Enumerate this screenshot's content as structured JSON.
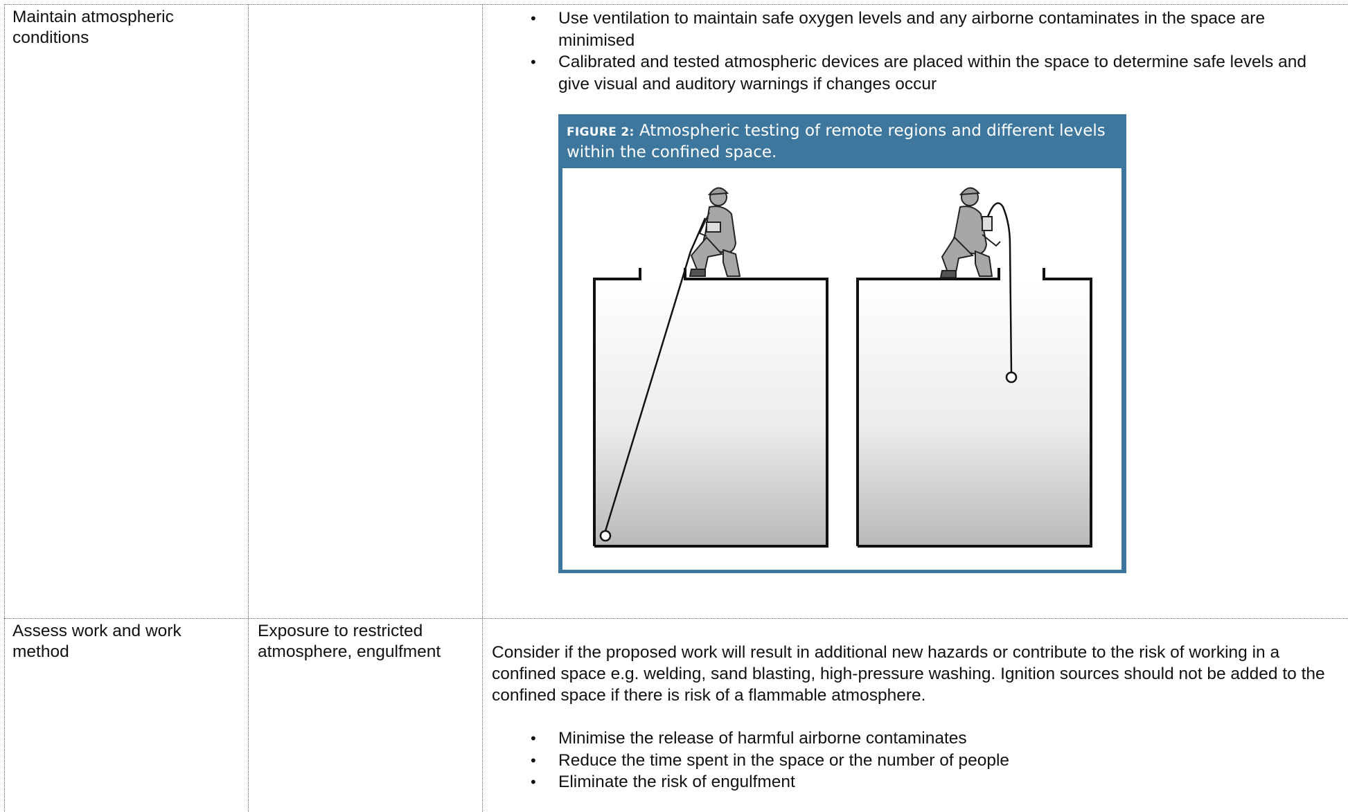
{
  "rows": [
    {
      "col1": "Maintain atmospheric conditions",
      "col2": "",
      "bullets": [
        "Use ventilation to maintain safe oxygen levels and any airborne contaminates in the space are minimised",
        "Calibrated and tested atmospheric devices are placed within the space to determine safe levels and give visual and auditory warnings if changes occur"
      ],
      "figure": {
        "label": "FIGURE 2:",
        "caption": "Atmospheric testing of remote regions and different levels within the confined space."
      }
    },
    {
      "col1": "Assess work and work method",
      "col2": "Exposure to restricted atmosphere, engulfment",
      "paragraph": "Consider if the proposed work will result in additional new hazards or contribute to the risk of working in a confined space e.g. welding, sand blasting, high-pressure washing. Ignition sources should not be added to the confined space if there is risk of a flammable atmosphere.",
      "bullets": [
        "Minimise the release of harmful airborne contaminates",
        "Reduce the time spent in the space or the number of people",
        "Eliminate the risk of engulfment"
      ]
    }
  ],
  "colors": {
    "figure_frame": "#3d779d",
    "border": "#6a6a6a"
  }
}
